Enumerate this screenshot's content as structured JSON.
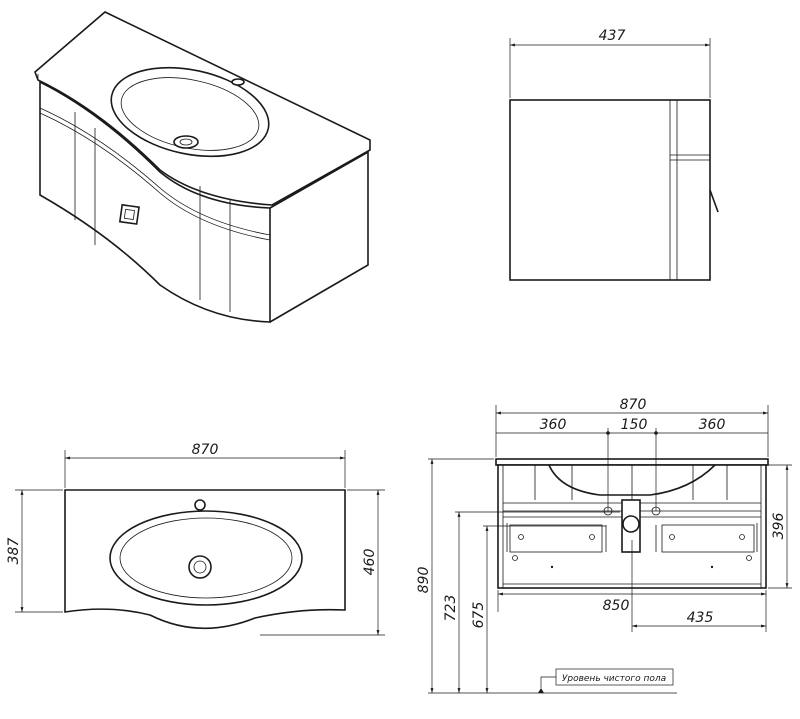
{
  "side_view": {
    "depth": "437"
  },
  "top_view": {
    "width": "870",
    "depth_left": "387",
    "depth_right": "460"
  },
  "front_view": {
    "total_width": "870",
    "left_offset": "360",
    "center_spacing": "150",
    "right_offset": "360",
    "height_total": "890",
    "height_723": "723",
    "height_675": "675",
    "cabinet_height": "396",
    "cabinet_width": "850",
    "half_width": "435",
    "floor_label": "Уровень чистого пола"
  }
}
